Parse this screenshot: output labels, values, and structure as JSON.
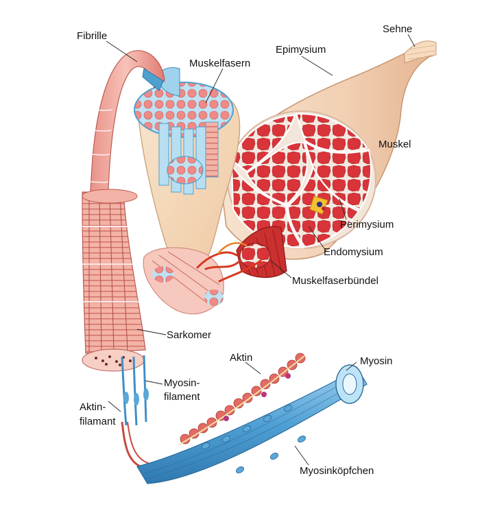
{
  "labels": {
    "fibrille": "Fibrille",
    "muskelfasern": "Muskelfasern",
    "epimysium": "Epimysium",
    "sehne": "Sehne",
    "muskel": "Muskel",
    "perimysium": "Perimysium",
    "endomysium": "Endomysium",
    "muskelfaserbuendel": "Muskelfaserbündel",
    "sarkomer": "Sarkomer",
    "aktin": "Aktin",
    "myosin": "Myosin",
    "myosinfilament_1": "Myosin-",
    "myosinfilament_2": "filament",
    "aktinfilament_1": "Aktin-",
    "aktinfilament_2": "filamant",
    "myosinkoepfchen": "Myosinköpfchen"
  },
  "colors": {
    "muscle_red": "#d8343a",
    "muscle_pink": "#f3b3a6",
    "tendon": "#f2d7b8",
    "myosin_blue": "#5aa7d8",
    "actin_red": "#c9473f",
    "leader": "#222222"
  }
}
